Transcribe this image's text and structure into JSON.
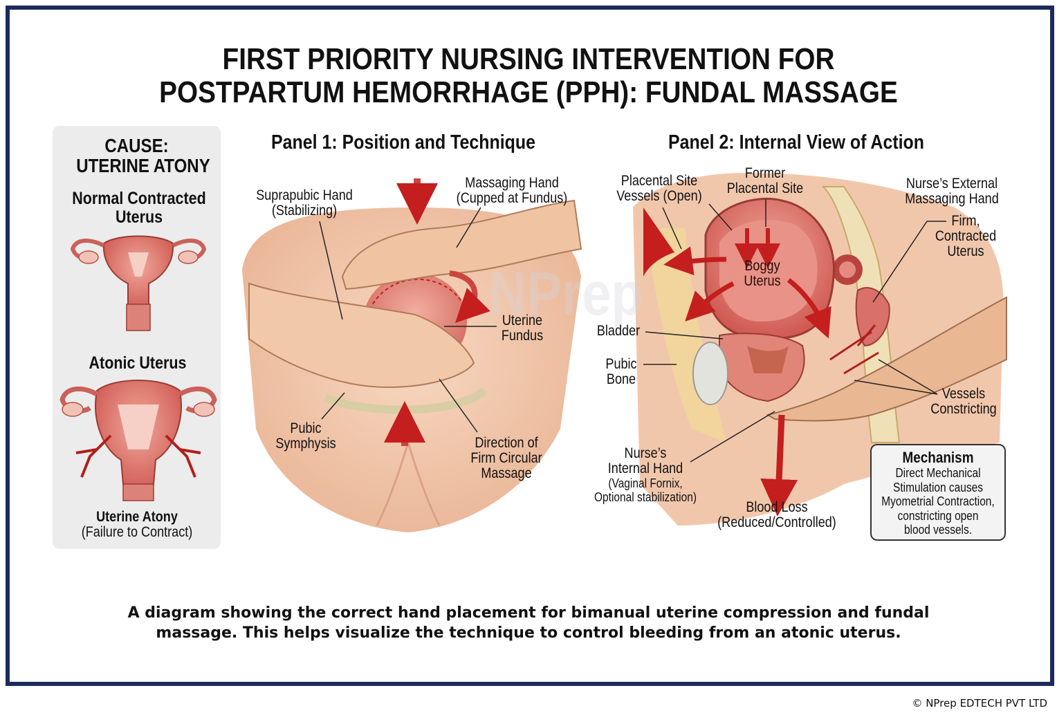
{
  "title": {
    "line1": "FIRST PRIORITY NURSING INTERVENTION FOR",
    "line2": "POSTPARTUM HEMORRHAGE (PPH): FUNDAL MASSAGE"
  },
  "cause": {
    "heading1": "CAUSE:",
    "heading2": "UTERINE ATONY",
    "normal_label1": "Normal Contracted",
    "normal_label2": "Uterus",
    "atonic_label": "Atonic Uterus",
    "atony_label": "Uterine Atony",
    "atony_sub": "(Failure to Contract)"
  },
  "panel1": {
    "title": "Panel 1: Position and Technique",
    "suprapubic1": "Suprapubic Hand",
    "suprapubic2": "(Stabilizing)",
    "massaging1": "Massaging Hand",
    "massaging2": "(Cupped at Fundus)",
    "fundus1": "Uterine",
    "fundus2": "Fundus",
    "pubic1": "Pubic",
    "pubic2": "Symphysis",
    "direction1": "Direction of",
    "direction2": "Firm Circular",
    "direction3": "Massage",
    "watermark": "NPrep"
  },
  "panel2": {
    "title": "Panel 2: Internal View of Action",
    "placental_vessels1": "Placental Site",
    "placental_vessels2": "Vessels (Open)",
    "former1": "Former",
    "former2": "Placental Site",
    "external1": "Nurse’s External",
    "external2": "Massaging Hand",
    "firm1": "Firm,",
    "firm2": "Contracted",
    "firm3": "Uterus",
    "boggy1": "Boggy",
    "boggy2": "Uterus",
    "bladder": "Bladder",
    "pubic_bone1": "Pubic",
    "pubic_bone2": "Bone",
    "vessels1": "Vessels",
    "vessels2": "Constricting",
    "internal1": "Nurse’s",
    "internal2": "Internal Hand",
    "internal3": "(Vaginal Fornix,",
    "internal4": "Optional stabilization)",
    "blood1": "Blood Loss",
    "blood2": "(Reduced/Controlled)",
    "mech_title": "Mechanism",
    "mech1": "Direct Mechanical",
    "mech2": "Stimulation causes",
    "mech3": "Myometrial Contraction,",
    "mech4": "constricting open",
    "mech5": "blood vessels."
  },
  "caption": {
    "line1": "A diagram showing the correct hand placement for bimanual uterine compression and fundal",
    "line2": "massage. This helps visualize the technique to control bleeding from an atonic uterus."
  },
  "copyright": "© NPrep EDTECH PVT LTD",
  "colors": {
    "frame": "#1c2a5e",
    "skin": "#f2c9a8",
    "uterus": "#e58a80",
    "blood": "#c41e1e",
    "panel_bg": "#ececec"
  }
}
